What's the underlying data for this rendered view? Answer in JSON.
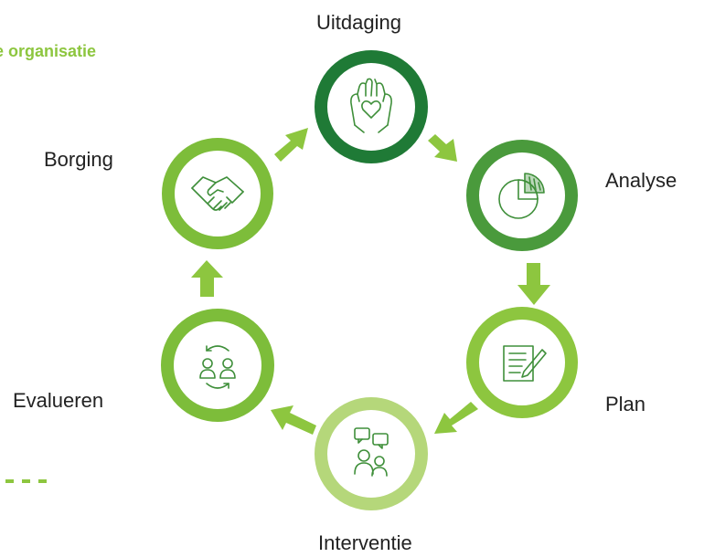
{
  "header_fragment": "e organisatie",
  "stages": [
    {
      "label": "Uitdaging",
      "icon": "heart-hands-icon",
      "color": "#1f7a36"
    },
    {
      "label": "Analyse",
      "icon": "pie-chart-icon",
      "color": "#4a9a3c"
    },
    {
      "label": "Plan",
      "icon": "notepad-pen-icon",
      "color": "#8dc63f"
    },
    {
      "label": "Interventie",
      "icon": "people-chat-icon",
      "color": "#b5d77a"
    },
    {
      "label": "Evalueren",
      "icon": "exchange-people-icon",
      "color": "#7dbd3a"
    },
    {
      "label": "Borging",
      "icon": "handshake-icon",
      "color": "#7dbd3a"
    }
  ],
  "colors": {
    "arrow": "#8dc63f",
    "icon_stroke": "#3f8f3a",
    "accent_text": "#8dc63f"
  }
}
